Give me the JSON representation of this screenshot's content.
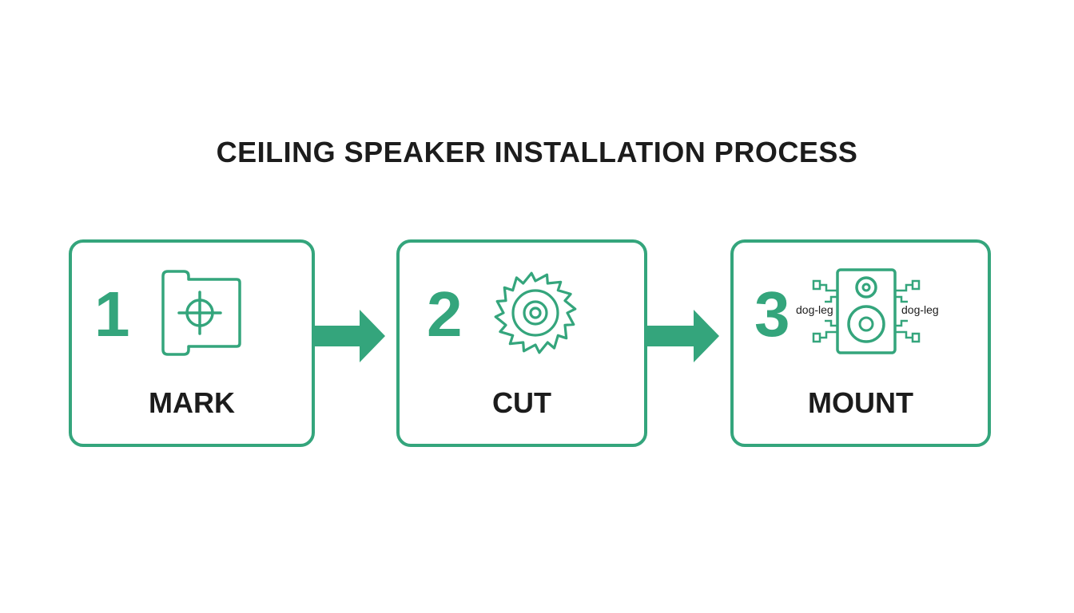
{
  "title": "CEILING SPEAKER INSTALLATION PROCESS",
  "accent_color": "#34a57c",
  "text_color": "#1c1c1c",
  "steps": [
    {
      "number": "1",
      "label": "MARK",
      "icon": "template-crosshair-icon"
    },
    {
      "number": "2",
      "label": "CUT",
      "icon": "saw-blade-icon"
    },
    {
      "number": "3",
      "label": "MOUNT",
      "icon": "speaker-icon",
      "annotations": [
        "dog-leg",
        "dog-leg"
      ]
    }
  ]
}
